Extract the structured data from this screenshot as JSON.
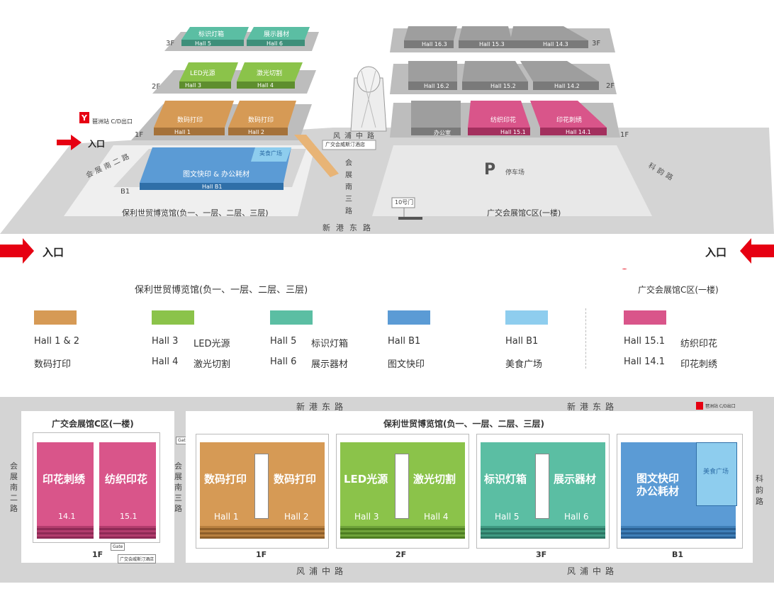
{
  "colors": {
    "orange": "#D69A55",
    "green": "#8BC34A",
    "teal": "#5BBEA3",
    "blue": "#5B9BD5",
    "lightblue": "#8ECDEE",
    "pink": "#D9558A",
    "gray": "#A6A6A6",
    "road": "#D4D4D4",
    "red": "#E60012"
  },
  "top": {
    "floor_labels": {
      "f3": "3F",
      "f2": "2F",
      "f1": "1F",
      "b1": "B1"
    },
    "poly": {
      "hall5_cn": "标识灯箱",
      "hall5": "Hall 5",
      "hall6_cn": "展示器材",
      "hall6": "Hall 6",
      "hall3_cn": "LED光源",
      "hall3": "Hall 3",
      "hall4_cn": "激光切割",
      "hall4": "Hall 4",
      "hall1_cn": "数码打印",
      "hall1": "Hall 1",
      "hall2_cn": "数码打印",
      "hall2": "Hall 2",
      "b1_cn": "图文快印 & 办公耗材",
      "b1": "Hall B1",
      "food": "美食广场",
      "name": "保利世贸博览馆(负一、一层、二层、三层)"
    },
    "canton": {
      "hall163": "Hall 16.3",
      "hall153": "Hall 15.3",
      "hall143": "Hall 14.3",
      "hall162": "Hall 16.2",
      "hall152": "Hall 15.2",
      "hall142": "Hall 14.2",
      "office": "办公室",
      "hall151_cn": "纺织印花",
      "hall151": "Hall 15.1",
      "hall141_cn": "印花刺绣",
      "hall141": "Hall 14.1",
      "parking": "停车场",
      "parking_sign": "P",
      "gate10": "10号门",
      "name": "广交会展馆C区(一楼)"
    },
    "metro": "琶洲站 C/D出口",
    "entrance": "入口",
    "entrance_left": "入口",
    "entrance_right": "入口",
    "hotel": "广交会威斯汀酒店",
    "roads": {
      "fengpu": "风浦中路",
      "huizhan_south3": "会展南三路",
      "xingang_east": "新港东路",
      "kepu": "科韵路",
      "huizhan_south2": "会展南二路"
    }
  },
  "legend": {
    "poly_title": "保利世贸博览馆(负一、一层、二层、三层)",
    "canton_title": "广交会展馆C区(一楼)",
    "items": [
      {
        "l1a": "Hall 1 & 2",
        "l1b": "",
        "l2a": "数码打印",
        "l2b": ""
      },
      {
        "l1a": "Hall 3",
        "l1b": "LED光源",
        "l2a": "Hall 4",
        "l2b": "激光切割"
      },
      {
        "l1a": "Hall 5",
        "l1b": "标识灯箱",
        "l2a": "Hall 6",
        "l2b": "展示器材"
      },
      {
        "l1a": "Hall B1",
        "l1b": "",
        "l2a": "图文快印",
        "l2b": ""
      },
      {
        "l1a": "Hall B1",
        "l1b": "",
        "l2a": "美食广场",
        "l2b": ""
      },
      {
        "l1a": "Hall 15.1",
        "l1b": "纺织印花",
        "l2a": "Hall 14.1",
        "l2b": "印花刺绣"
      }
    ]
  },
  "plan": {
    "road_top_left": "新港东路",
    "road_top_right": "新港东路",
    "road_bottom_left": "风浦中路",
    "road_bottom_right": "风浦中路",
    "road_left": "会展南二路",
    "road_mid": "会展南三路",
    "road_right": "科韵路",
    "metro": "琶洲站 C/D出口",
    "canton_title": "广交会展馆C区(一楼)",
    "poly_title": "保利世贸博览馆(负一、一层、二层、三层)",
    "c141_cn": "印花刺绣",
    "c141": "14.1",
    "c151_cn": "纺织印花",
    "c151": "15.1",
    "gate": "Gate",
    "gate2": "Gate",
    "hotel": "广交会威斯汀酒店",
    "f1": "1F",
    "f1b": "1F",
    "f2": "2F",
    "f3": "3F",
    "fb1": "B1",
    "p1_cn_l": "数码打印",
    "p1_cn_r": "数码打印",
    "p1_l": "Hall 1",
    "p1_r": "Hall 2",
    "p2_cn_l": "LED光源",
    "p2_cn_r": "激光切割",
    "p2_l": "Hall 3",
    "p2_r": "Hall 4",
    "p3_cn_l": "标识灯箱",
    "p3_cn_r": "展示器材",
    "p3_l": "Hall 5",
    "p3_r": "Hall 6",
    "pb1_cn1": "图文快印",
    "pb1_cn2": "办公耗材",
    "pb1_food": "美食广场"
  }
}
